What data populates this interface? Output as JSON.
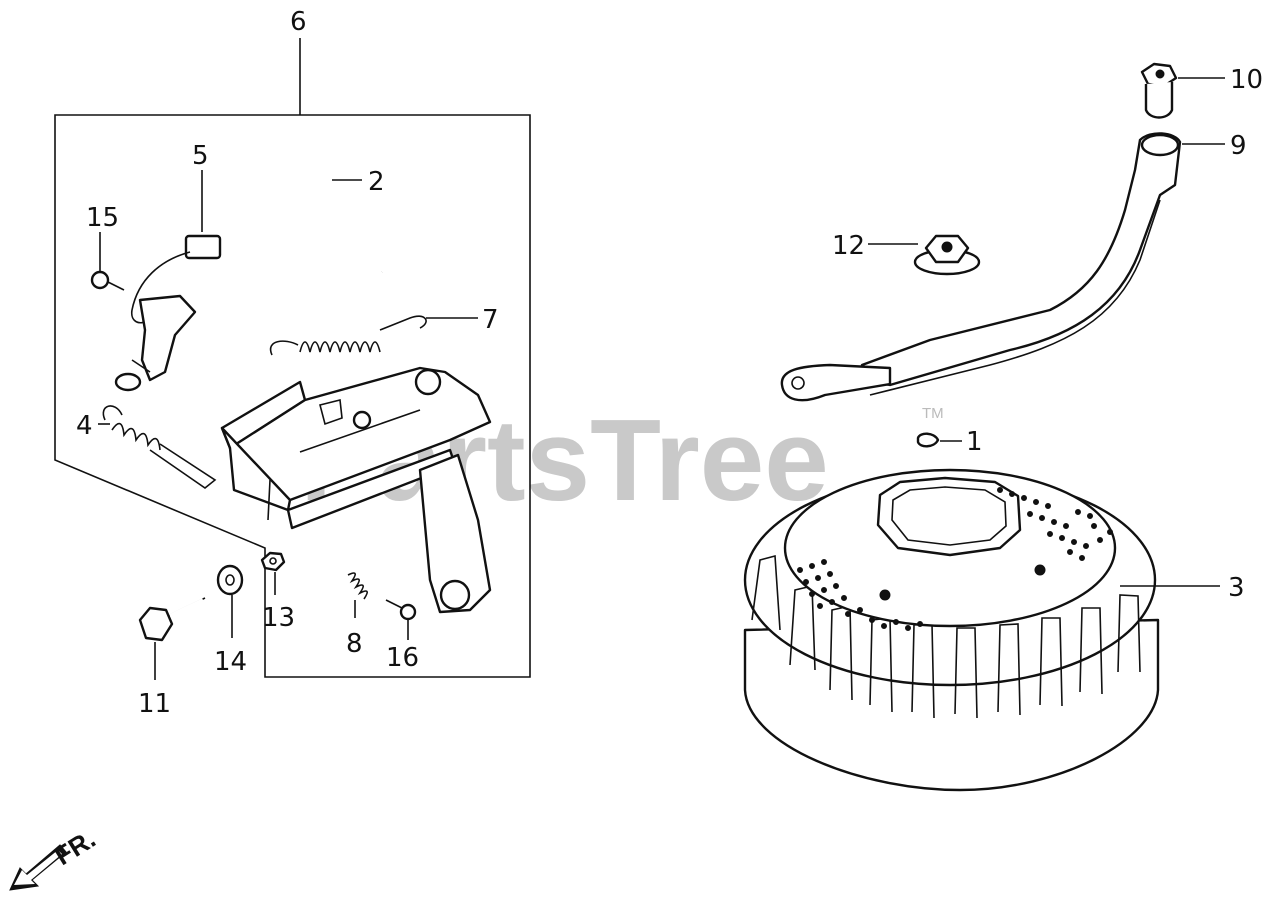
{
  "watermark": {
    "text": "PartsTree",
    "trademark": "TM"
  },
  "direction": {
    "label": "FR."
  },
  "callouts": {
    "c1": "1",
    "c2": "2",
    "c3": "3",
    "c4": "4",
    "c5": "5",
    "c6": "6",
    "c7": "7",
    "c8": "8",
    "c9": "9",
    "c10": "10",
    "c11": "11",
    "c12": "12",
    "c13": "13",
    "c14": "14",
    "c15": "15",
    "c16": "16"
  }
}
